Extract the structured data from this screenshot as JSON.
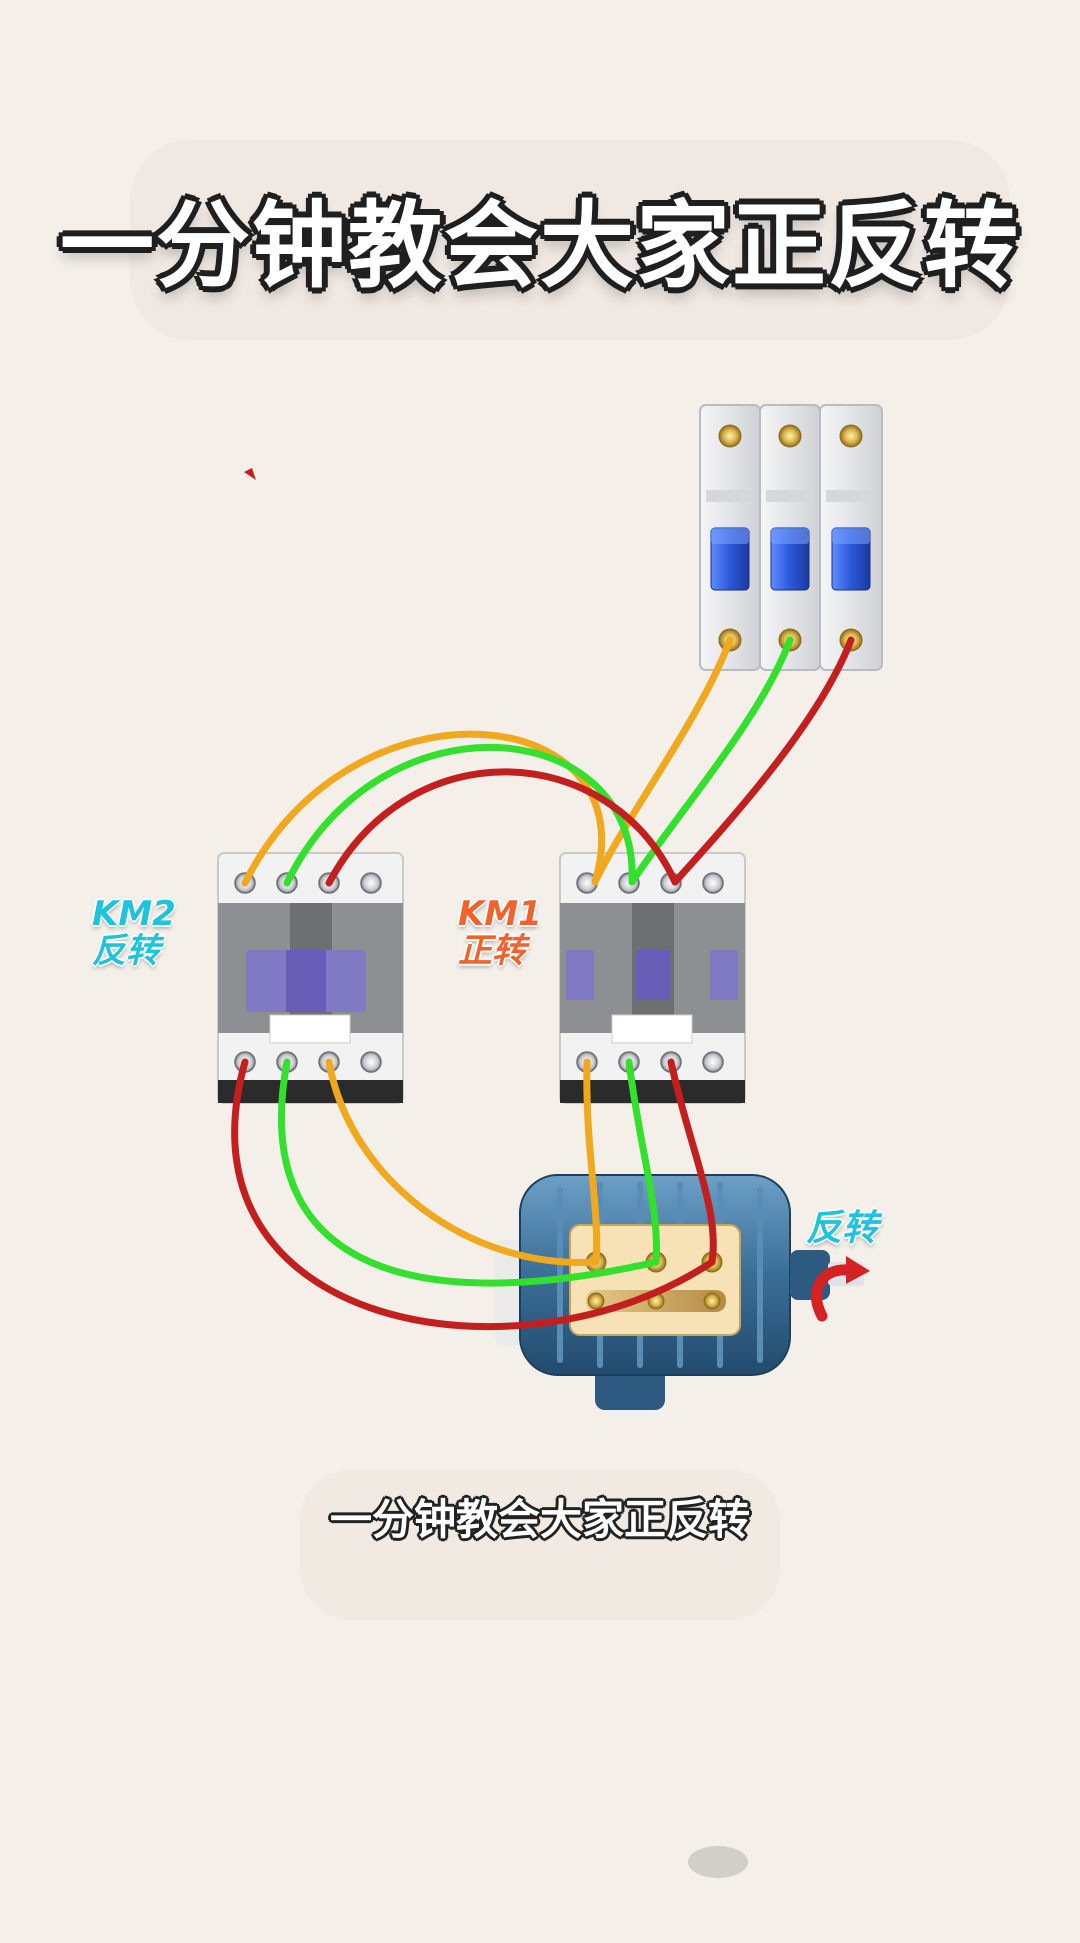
{
  "title": "一分钟教会大家正反转",
  "subtitle": "一分钟教会大家正反转",
  "labels": {
    "km2_code": "KM2",
    "km2_name": "反转",
    "km1_code": "KM1",
    "km1_name": "正转",
    "motor_direction": "反转"
  },
  "colors": {
    "background": "#f4efe9",
    "wire_yellow": "#f0a91e",
    "wire_green": "#33e02e",
    "wire_red": "#c41f1f",
    "breaker_button": "#2b58d8",
    "motor_body": "#3a6e96",
    "contactor_core": "#6a5db8",
    "label_cyan": "#1fc3db",
    "label_orange": "#f1622d",
    "arrow_red": "#d42222"
  },
  "icons": {
    "breaker": "three-pole-circuit-breaker-icon",
    "contactor": "ac-contactor-icon",
    "motor": "three-phase-motor-icon",
    "direction": "curved-arrow-icon"
  }
}
